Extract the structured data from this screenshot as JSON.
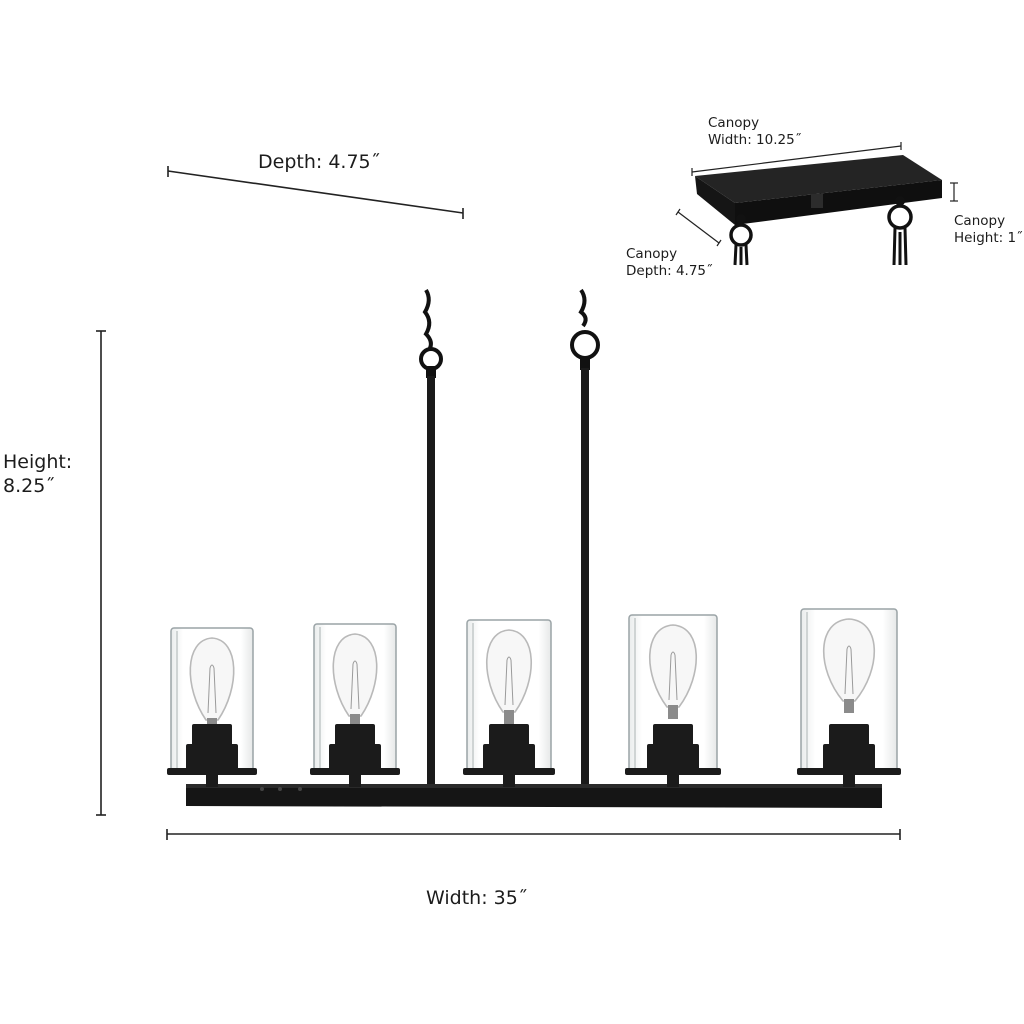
{
  "dimensions": {
    "depth": "Depth: 4.75˝",
    "height_line1": "Height:",
    "height_line2": "8.25˝",
    "width": "Width: 35˝"
  },
  "canopy": {
    "width_line1": "Canopy",
    "width_line2": "Width: 10.25˝",
    "depth_line1": "Canopy",
    "depth_line2": "Depth: 4.75˝",
    "height_line1": "Canopy",
    "height_line2": "Height: 1˝"
  },
  "fixture": {
    "light_count": 5,
    "finish_color": "#1b1b1b",
    "glass_color": "#9aa3a6",
    "bulb_color": "#b9b9b9",
    "dimension_line_color": "#222222"
  }
}
